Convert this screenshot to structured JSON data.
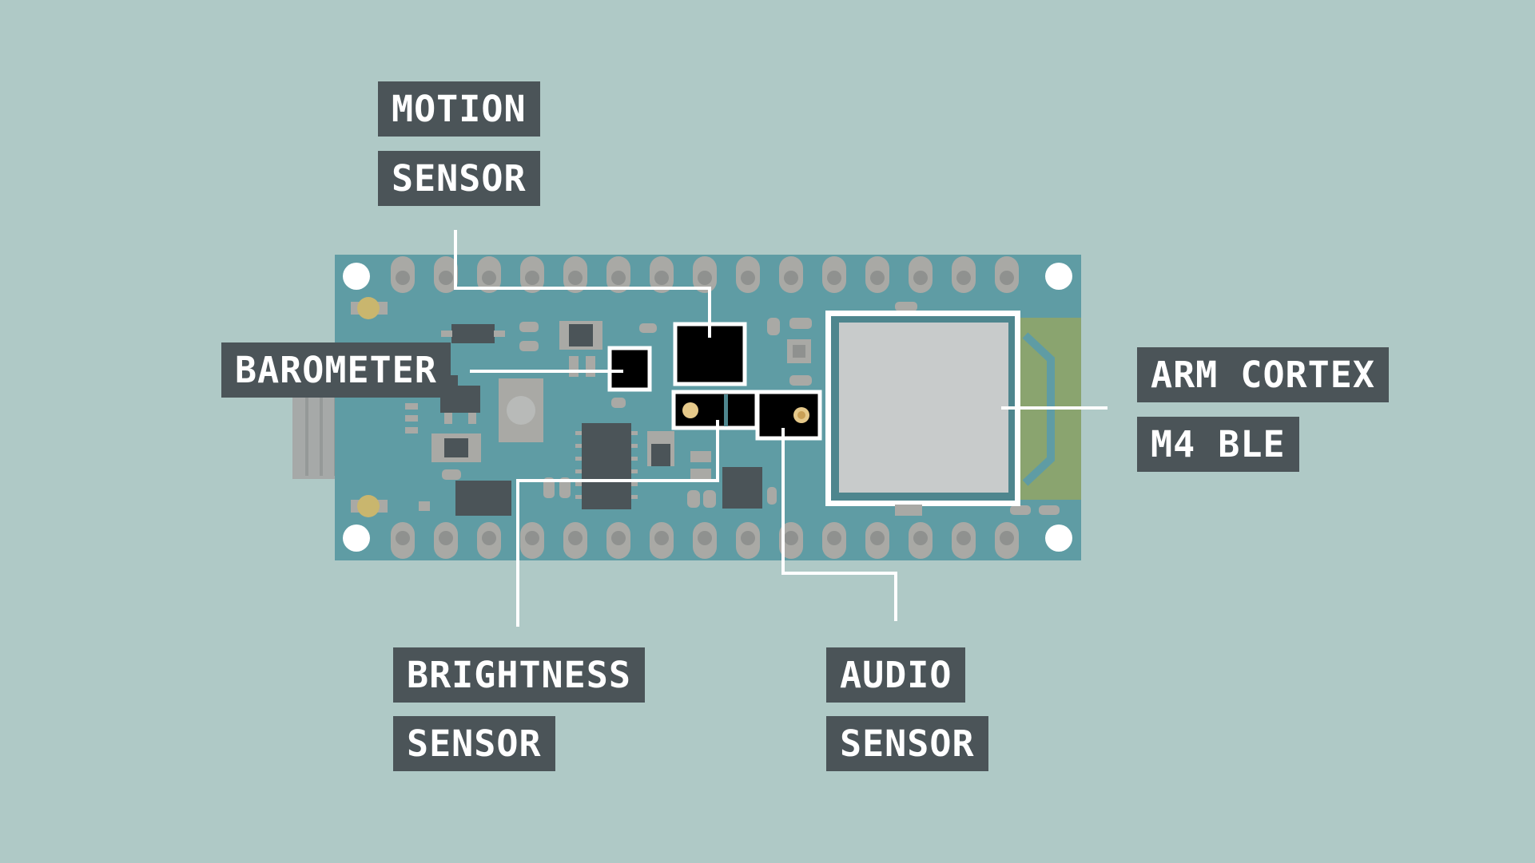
{
  "diagram": {
    "labels": {
      "motion_line1": "MOTION",
      "motion_line2": "SENSOR",
      "barometer": "BAROMETER",
      "arm_line1": "ARM CORTEX",
      "arm_line2": "M4 BLE",
      "brightness_line1": "BRIGHTNESS",
      "brightness_line2": "SENSOR",
      "audio_line1": "AUDIO",
      "audio_line2": "SENSOR"
    },
    "colors": {
      "background": "#afc9c6",
      "board": "#5f9ca4",
      "board_dark": "#4e868e",
      "pad": "#a9a9a5",
      "label_bg": "#4b5458",
      "label_text": "#ffffff",
      "leader_line": "#ffffff",
      "highlight_chip": "#000000",
      "antenna": "#8aa46f",
      "module_shield": "#c8cbcb"
    }
  }
}
